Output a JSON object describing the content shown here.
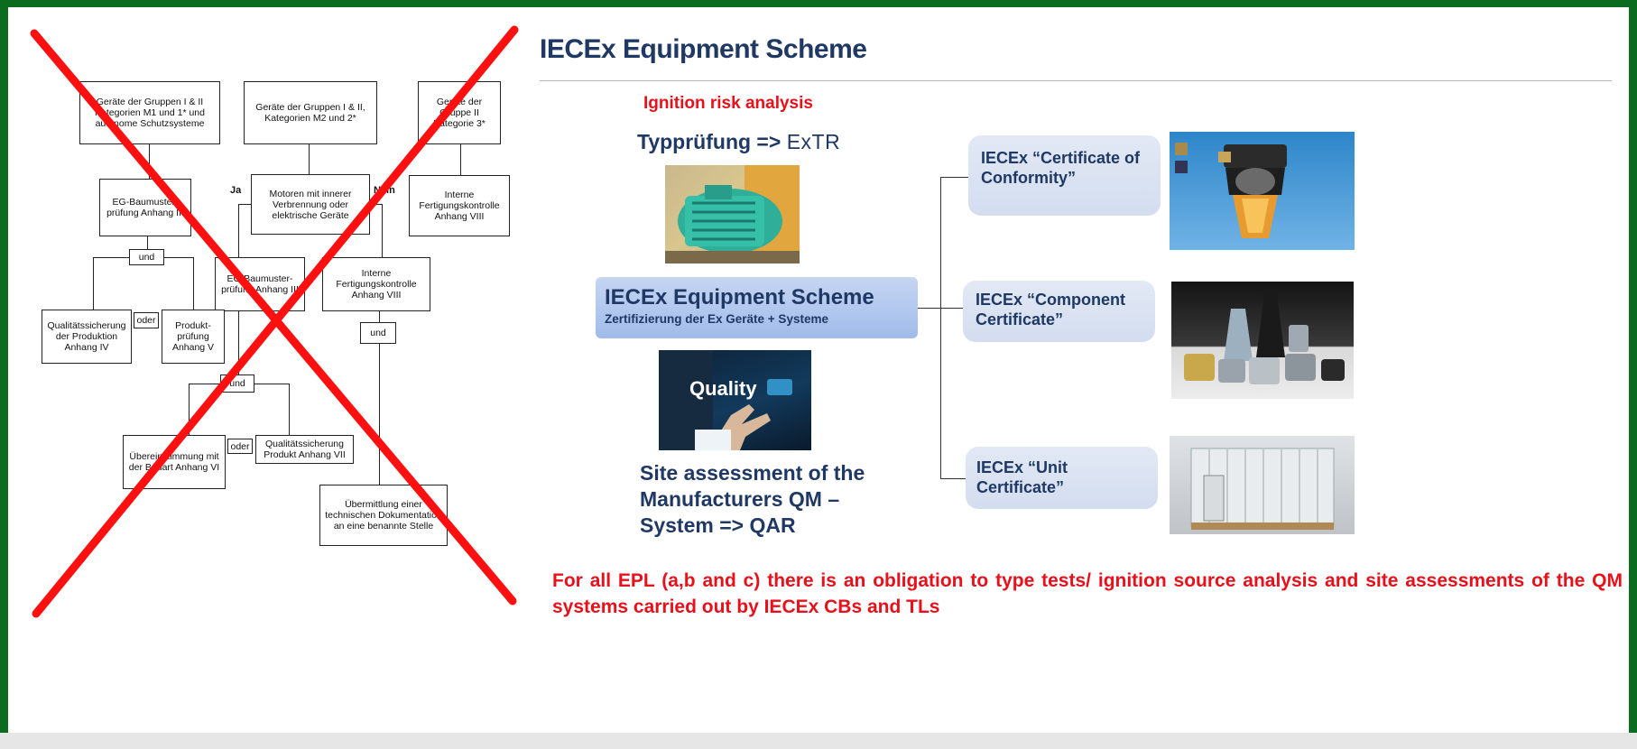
{
  "flowchart": {
    "box_g1": "Geräte der Gruppen I & II Kategorien M1 und 1* und autonome Schutzsysteme",
    "box_g2": "Geräte der Gruppen I & II, Kategorien M2 und 2*",
    "box_g3": "Geräte der Gruppe II Kategorie 3*",
    "box_eg1": "EG-Baumuster-prüfung Anhang III",
    "box_motor": "Motoren mit innerer Verbrennung oder elektrische Geräte",
    "label_ja": "Ja",
    "label_nein": "Nein",
    "box_interne1": "Interne Fertigungskontrolle Anhang VIII",
    "und_1": "und",
    "box_eg2": "EG-Baumuster-prüfung Anhang III",
    "box_interne2": "Interne Fertigungskontrolle Anhang VIII",
    "box_qual": "Qualitätssicherung der Produktion Anhang IV",
    "oder_1": "oder",
    "box_prod": "Produkt-prüfung Anhang V",
    "und_2": "und",
    "und_3": "und",
    "box_uebereinst": "Übereinstimmung mit der Bauart Anhang VI",
    "oder_2": "oder",
    "box_qsprod": "Qualitätssicherung Produkt Anhang VII",
    "box_uebermittlung": "Übermittlung einer technischen Dokumentation an eine benannte Stelle",
    "cross_color": "#ff0000"
  },
  "scheme": {
    "title": "IECEx Equipment Scheme",
    "ignition": "Ignition risk analysis",
    "typ_a": "Typprüfung => ",
    "typ_b": "ExTR",
    "center_title": "IECEx Equipment Scheme",
    "center_sub": "Zertifizierung der Ex Geräte + Systeme",
    "quality_text": "Quality",
    "site_line1": "Site assessment of the",
    "site_line2": "Manufacturers QM –",
    "site_line3": "System => QAR",
    "cert1": "IECEx “Certificate of Conformity”",
    "cert2": "IECEx “Component Certificate”",
    "cert3": "IECEx “Unit Certificate”",
    "footer": "For all EPL (a,b and c) there is an obligation to type tests/ ignition source analysis and site assessments of the QM systems carried out by IECEx CBs and TLs"
  },
  "colors": {
    "frame": "#0b6b1f",
    "navy": "#1f3864",
    "red": "#e8101a"
  },
  "icons": {
    "motor_photo": "green-electric-motor-photo",
    "quality_photo": "quality-touch-photo",
    "lamp_photo": "explosion-proof-lamp-photo",
    "components_photo": "cable-gland-components-photo",
    "container_photo": "unit-container-photo"
  }
}
